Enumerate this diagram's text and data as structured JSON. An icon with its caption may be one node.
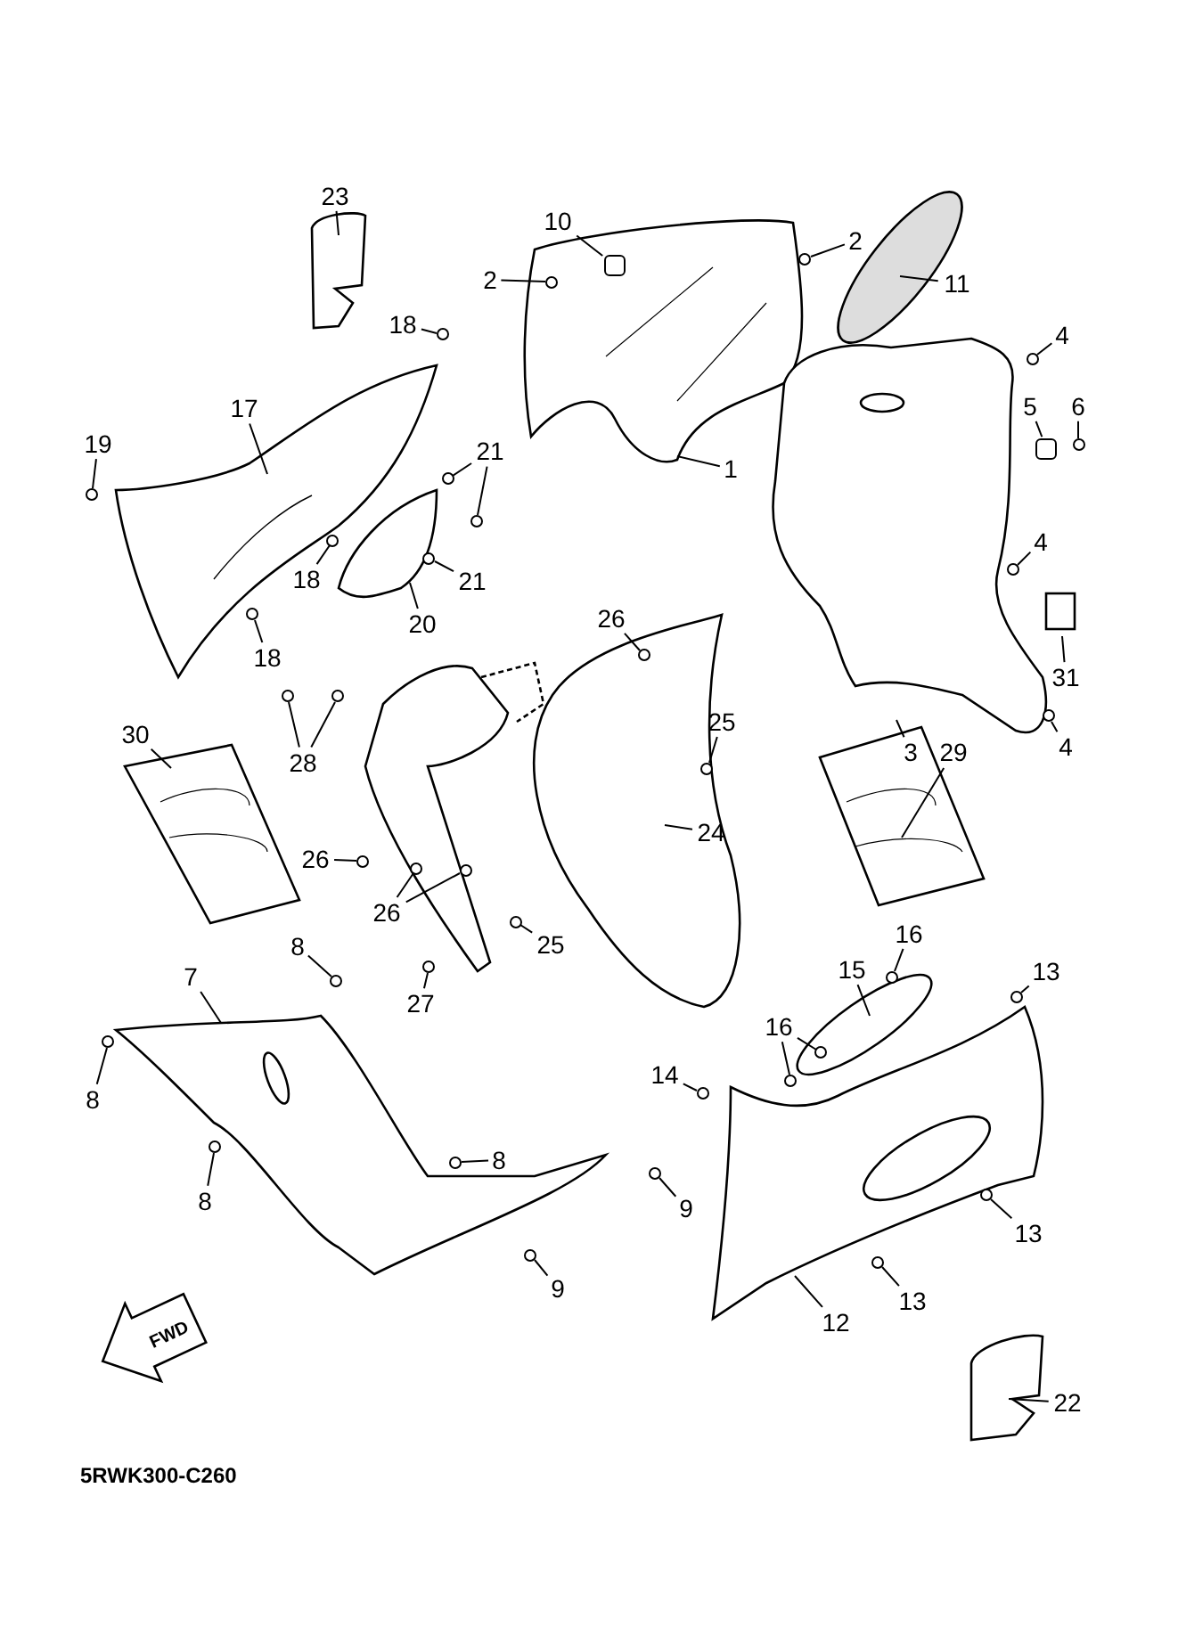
{
  "diagram": {
    "nodes": [
      {
        "text": [
          "23"
        ]
      },
      {
        "text": [
          "10"
        ]
      },
      {
        "text": [
          "2"
        ]
      },
      {
        "text": [
          "2"
        ]
      },
      {
        "text": [
          "11"
        ]
      },
      {
        "text": [
          "18"
        ]
      },
      {
        "text": [
          "4"
        ]
      },
      {
        "text": [
          "17"
        ]
      },
      {
        "text": [
          "19"
        ]
      },
      {
        "text": [
          "21"
        ]
      },
      {
        "text": [
          "5"
        ]
      },
      {
        "text": [
          "6"
        ]
      },
      {
        "text": [
          "1"
        ]
      },
      {
        "text": [
          "4"
        ]
      },
      {
        "text": [
          "18"
        ]
      },
      {
        "text": [
          "21"
        ]
      },
      {
        "text": [
          "20"
        ]
      },
      {
        "text": [
          "26"
        ]
      },
      {
        "text": [
          "31"
        ]
      },
      {
        "text": [
          "18"
        ]
      },
      {
        "text": [
          "3"
        ]
      },
      {
        "text": [
          "4"
        ]
      },
      {
        "text": [
          "28"
        ]
      },
      {
        "text": [
          "30"
        ]
      },
      {
        "text": [
          "25"
        ]
      },
      {
        "text": [
          "29"
        ]
      },
      {
        "text": [
          "24"
        ]
      },
      {
        "text": [
          "26"
        ]
      },
      {
        "text": [
          "26"
        ]
      },
      {
        "text": [
          "25"
        ]
      },
      {
        "text": [
          "16"
        ]
      },
      {
        "text": [
          "15"
        ]
      },
      {
        "text": [
          "13"
        ]
      },
      {
        "text": [
          "8"
        ]
      },
      {
        "text": [
          "7"
        ]
      },
      {
        "text": [
          "27"
        ]
      },
      {
        "text": [
          "16"
        ]
      },
      {
        "text": [
          "14"
        ]
      },
      {
        "text": [
          "8"
        ]
      },
      {
        "text": [
          "8"
        ]
      },
      {
        "text": [
          "8"
        ]
      },
      {
        "text": [
          "9"
        ]
      },
      {
        "text": [
          "13"
        ]
      },
      {
        "text": [
          "12"
        ]
      },
      {
        "text": [
          "9"
        ]
      },
      {
        "text": [
          "13"
        ]
      },
      {
        "text": [
          "22"
        ]
      },
      {
        "text": [],
        "shape": "circle"
      },
      {
        "text": [],
        "shape": "circle"
      },
      {
        "text": [],
        "shape": "circle"
      },
      {
        "text": [],
        "shape": "circle"
      },
      {
        "text": [],
        "shape": "circle"
      },
      {
        "text": [],
        "shape": "circle"
      },
      {
        "text": [],
        "shape": "circle"
      },
      {
        "text": [],
        "shape": "circle"
      },
      {
        "text": [],
        "shape": "circle"
      },
      {
        "text": [],
        "shape": "circle"
      },
      {
        "text": [],
        "shape": "circle"
      },
      {
        "text": [],
        "shape": "circle"
      },
      {
        "text": [],
        "shape": "circle"
      },
      {
        "text": [],
        "shape": "circle"
      },
      {
        "text": [],
        "shape": "circle"
      },
      {
        "text": [],
        "shape": "circle"
      },
      {
        "text": [],
        "shape": "circle"
      },
      {
        "text": [],
        "shape": "circle"
      },
      {
        "text": [],
        "shape": "circle"
      },
      {
        "text": [],
        "shape": "circle"
      },
      {
        "text": [],
        "shape": "circle"
      },
      {
        "text": [],
        "shape": "circle"
      },
      {
        "text": [],
        "shape": "circle"
      },
      {
        "text": [],
        "shape": "circle"
      },
      {
        "text": [],
        "shape": "circle"
      },
      {
        "text": [],
        "shape": "circle"
      },
      {
        "text": [],
        "shape": "circle"
      },
      {
        "text": [],
        "shape": "circle"
      },
      {
        "text": [],
        "shape": "circle"
      },
      {
        "text": [],
        "shape": "circle"
      },
      {
        "text": [],
        "shape": "circle"
      },
      {
        "text": [],
        "shape": "circle"
      },
      {
        "text": [],
        "shape": "circle"
      },
      {
        "text": [],
        "shape": "circle"
      },
      {
        "text": [],
        "shape": "circle"
      },
      {
        "text": [],
        "shape": "box"
      },
      {
        "text": [],
        "shape": "box"
      }
    ],
    "edges": [
      {
        "from": 0,
        "to": null,
        "arrow": "none"
      },
      {
        "from": 1,
        "to": 82,
        "arrow": "none"
      },
      {
        "from": 2,
        "to": 47,
        "arrow": "none"
      },
      {
        "from": 3,
        "to": 48,
        "arrow": "none"
      },
      {
        "from": 4,
        "to": null,
        "arrow": "none"
      },
      {
        "from": 5,
        "to": 49,
        "arrow": "none"
      },
      {
        "from": 6,
        "to": 50,
        "arrow": "none"
      },
      {
        "from": 7,
        "to": null,
        "arrow": "none"
      },
      {
        "from": 8,
        "to": 51,
        "arrow": "none"
      },
      {
        "from": 9,
        "to": 52,
        "arrow": "none"
      },
      {
        "from": 9,
        "to": 53,
        "arrow": "none"
      },
      {
        "from": 10,
        "to": 83,
        "arrow": "none"
      },
      {
        "from": 11,
        "to": 54,
        "arrow": "none"
      },
      {
        "from": 12,
        "to": null,
        "arrow": "none"
      },
      {
        "from": 13,
        "to": 55,
        "arrow": "none"
      },
      {
        "from": 14,
        "to": 56,
        "arrow": "none"
      },
      {
        "from": 15,
        "to": 57,
        "arrow": "none"
      },
      {
        "from": 16,
        "to": null,
        "arrow": "none"
      },
      {
        "from": 17,
        "to": 58,
        "arrow": "none"
      },
      {
        "from": 18,
        "to": null,
        "arrow": "none"
      },
      {
        "from": 19,
        "to": 59,
        "arrow": "none"
      },
      {
        "from": 20,
        "to": null,
        "arrow": "none"
      },
      {
        "from": 21,
        "to": 60,
        "arrow": "none"
      },
      {
        "from": 22,
        "to": 61,
        "arrow": "none"
      },
      {
        "from": 22,
        "to": 62,
        "arrow": "none"
      },
      {
        "from": 23,
        "to": null,
        "arrow": "none"
      },
      {
        "from": 24,
        "to": 63,
        "arrow": "none"
      },
      {
        "from": 25,
        "to": null,
        "arrow": "none"
      },
      {
        "from": 26,
        "to": null,
        "arrow": "none"
      },
      {
        "from": 27,
        "to": 64,
        "arrow": "none"
      },
      {
        "from": 28,
        "to": 65,
        "arrow": "none"
      },
      {
        "from": 28,
        "to": 66,
        "arrow": "none"
      },
      {
        "from": 29,
        "to": 67,
        "arrow": "none"
      },
      {
        "from": 30,
        "to": 68,
        "arrow": "none"
      },
      {
        "from": 31,
        "to": null,
        "arrow": "none"
      },
      {
        "from": 32,
        "to": 69,
        "arrow": "none"
      },
      {
        "from": 33,
        "to": 70,
        "arrow": "none"
      },
      {
        "from": 34,
        "to": null,
        "arrow": "none"
      },
      {
        "from": 35,
        "to": 71,
        "arrow": "none"
      },
      {
        "from": 36,
        "to": 72,
        "arrow": "none"
      },
      {
        "from": 36,
        "to": 73,
        "arrow": "none"
      },
      {
        "from": 37,
        "to": 74,
        "arrow": "none"
      },
      {
        "from": 38,
        "to": 75,
        "arrow": "none"
      },
      {
        "from": 39,
        "to": 76,
        "arrow": "none"
      },
      {
        "from": 40,
        "to": 77,
        "arrow": "none"
      },
      {
        "from": 41,
        "to": 78,
        "arrow": "none"
      },
      {
        "from": 42,
        "to": 79,
        "arrow": "none"
      },
      {
        "from": 43,
        "to": null,
        "arrow": "none"
      },
      {
        "from": 44,
        "to": 80,
        "arrow": "none"
      },
      {
        "from": 45,
        "to": 81,
        "arrow": "none"
      },
      {
        "from": 46,
        "to": null,
        "arrow": "none"
      }
    ],
    "labels": [
      "FWD",
      "5RWK300-C260"
    ]
  }
}
